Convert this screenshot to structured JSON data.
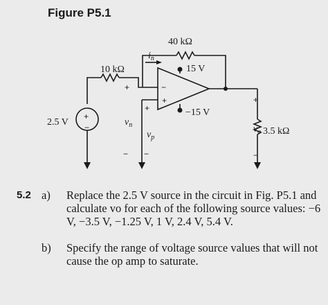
{
  "figure": {
    "title": "Figure P5.1",
    "labels": {
      "r_feedback": "40 kΩ",
      "r_input": "10 kΩ",
      "source": "2.5 V",
      "v_pos_supply": "15 V",
      "v_neg_supply": "−15 V",
      "i_n": "i",
      "i_n_sub": "n",
      "v_n": "v",
      "v_n_sub": "n",
      "v_p": "v",
      "v_p_sub": "p",
      "v_o": "v",
      "v_o_sub": "o",
      "r_load": "3.5 kΩ",
      "plus": "+",
      "minus": "−"
    }
  },
  "problem": {
    "number": "5.2",
    "parts": [
      {
        "label": "a)",
        "text": "Replace the 2.5 V source in the circuit in Fig. P5.1 and calculate vo for each of the following source values: −6 V, −3.5 V, −1.25 V, 1 V, 2.4 V, 5.4 V."
      },
      {
        "label": "b)",
        "text": "Specify the range of voltage source values that will not cause the op amp to saturate."
      }
    ]
  }
}
